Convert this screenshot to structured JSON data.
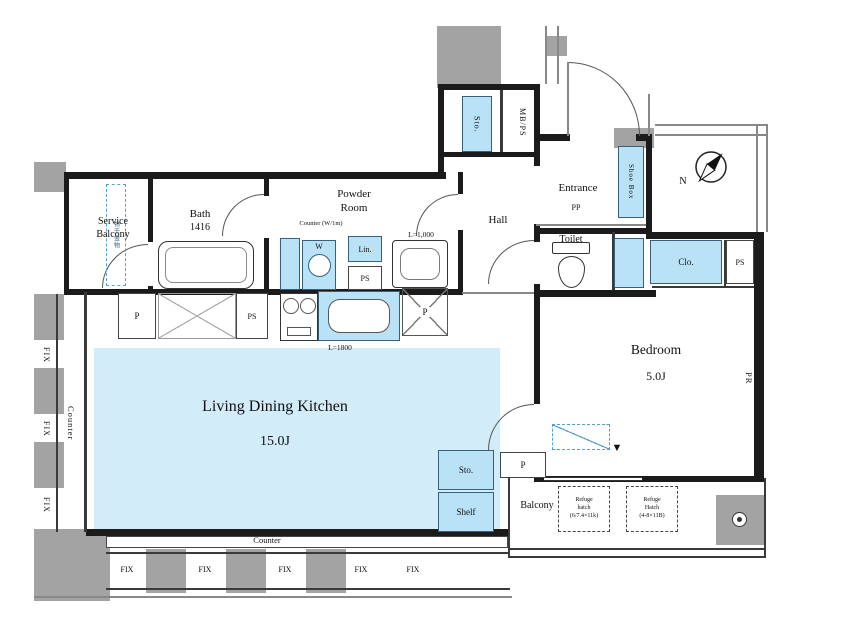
{
  "colors": {
    "ldk_fill": "#d2ecfa",
    "fixture_fill": "#b9e2f6",
    "column_gray": "#a3a3a3",
    "wall_black": "#1b1b1b"
  },
  "labels": {
    "service_line1": "Service",
    "service_line2": "Balcony",
    "bath": "Bath",
    "bath_size": "1416",
    "powder_line1": "Powder",
    "powder_line2": "Room",
    "counter_note": "Counter (W/1m)",
    "lin": "Lin.",
    "ps": "PS",
    "l1000": "L=1,000",
    "hall": "Hall",
    "entrance": "Entrance",
    "pp": "PP",
    "shoe_box": "Shoe Box",
    "mbps": "MB/PS",
    "sto": "Sto.",
    "toilet": "Toilet",
    "clo": "Clo.",
    "bedroom": "Bedroom",
    "bedroom_size": "5.0J",
    "pr": "PR",
    "ldk": "Living Dining Kitchen",
    "ldk_size": "15.0J",
    "l1800": "L=1800",
    "p": "P",
    "w": "W",
    "shelf": "Shelf",
    "balcony": "Balcony",
    "refuge1": [
      "Refuge",
      "hatch",
      "(6/7.4×11k)"
    ],
    "refuge2": [
      "Refuge",
      "Hatch",
      "(4-8×11B)"
    ],
    "counter": "Counter",
    "fix": "FIX",
    "north": "N",
    "laundry": "物干金物",
    "marker_down": "▼"
  }
}
